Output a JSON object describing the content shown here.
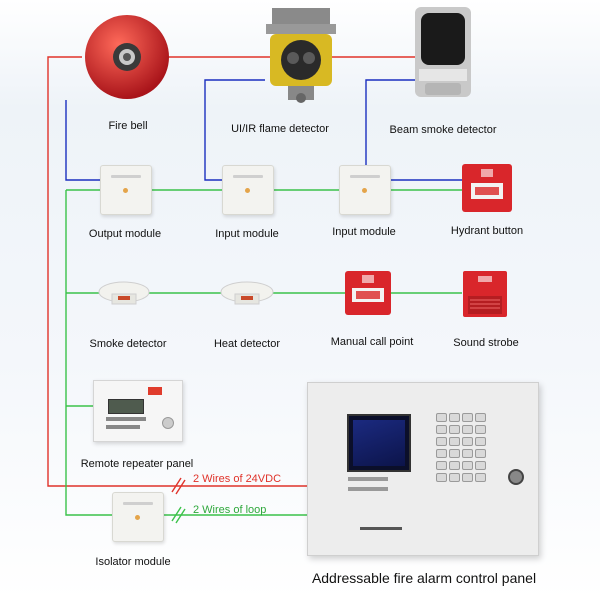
{
  "devices": {
    "fire_bell": "Fire bell",
    "flame_detector": "UI/IR flame detector",
    "beam_smoke_detector": "Beam smoke detector",
    "output_module": "Output module",
    "input_module_1": "Input module",
    "input_module_2": "Input module",
    "hydrant_button": "Hydrant button",
    "smoke_detector": "Smoke detector",
    "heat_detector": "Heat detector",
    "manual_call_point": "Manual call point",
    "sound_strobe": "Sound strobe",
    "remote_repeater_panel": "Remote repeater panel",
    "isolator_module": "Isolator module",
    "control_panel": "Addressable fire alarm control panel"
  },
  "wires": {
    "power": "2 Wires of 24VDC",
    "loop": "2 Wires of loop"
  },
  "colors": {
    "power_wire": "#e0332a",
    "loop_wire": "#3bc24a",
    "signal_wire": "#1b2fbf",
    "device_red": "#d9262b"
  }
}
